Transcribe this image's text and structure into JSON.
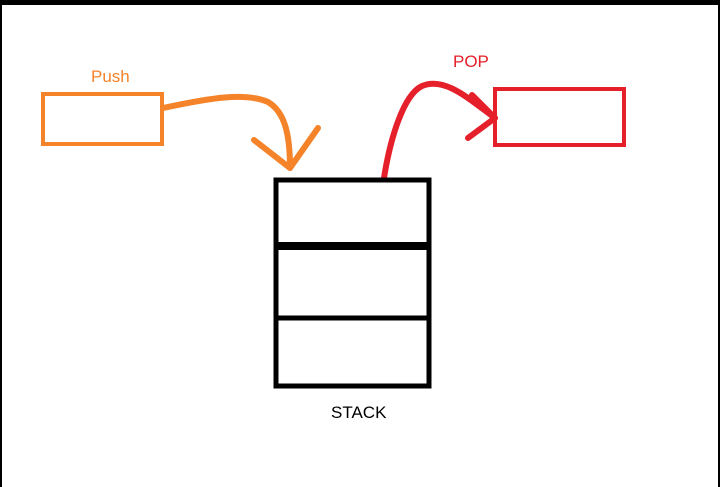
{
  "labels": {
    "push": "Push",
    "pop": "POP",
    "stack": "STACK"
  },
  "colors": {
    "background": "#ffffff",
    "frame": "#000000",
    "push": "#f5832a",
    "pop": "#e5202a",
    "stack": "#000000"
  },
  "stack": {
    "slot_count": 3
  }
}
